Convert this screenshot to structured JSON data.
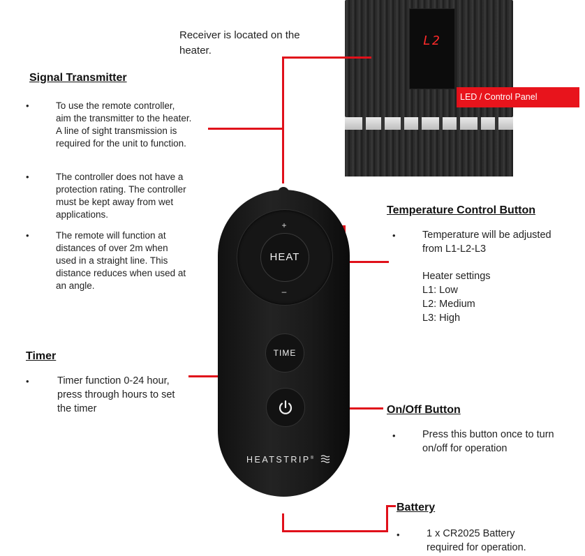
{
  "receiver_note": "Receiver is located on the heater.",
  "led": {
    "display": "L2",
    "label": "LED / Control Panel"
  },
  "signal_transmitter": {
    "title": "Signal Transmitter",
    "bullets": [
      "To use the remote controller, aim the transmitter to the heater. A line of sight transmission is required for the unit to function.",
      "The controller does not have a protection rating. The controller must be kept away from wet applications.",
      "The remote will function at distances of over 2m when used in a straight line. This distance reduces when used at an angle."
    ]
  },
  "temperature_control": {
    "title": "Temperature Control Button",
    "bullet": "Temperature will be adjusted from L1-L2-L3",
    "settings_title": "Heater settings",
    "settings": [
      "L1: Low",
      "L2: Medium",
      "L3: High"
    ]
  },
  "timer": {
    "title": "Timer",
    "bullet": "Timer function 0-24 hour, press through hours to set the timer"
  },
  "on_off": {
    "title": "On/Off Button",
    "bullet": "Press this button once to turn on/off for operation"
  },
  "battery": {
    "title": "Battery",
    "bullet": "1 x CR2025  Battery required for operation."
  },
  "remote": {
    "plus": "+",
    "minus": "–",
    "heat": "HEAT",
    "time": "TIME",
    "brand": "HEATSTRIP",
    "brand_mark": "®",
    "power_icon": "power-icon",
    "brand_icon": "triple-wave-icon"
  },
  "colors": {
    "accent_red": "#e0101a",
    "led_red": "#ff2a2a",
    "remote_black": "#151515"
  },
  "bullet_char": "•"
}
